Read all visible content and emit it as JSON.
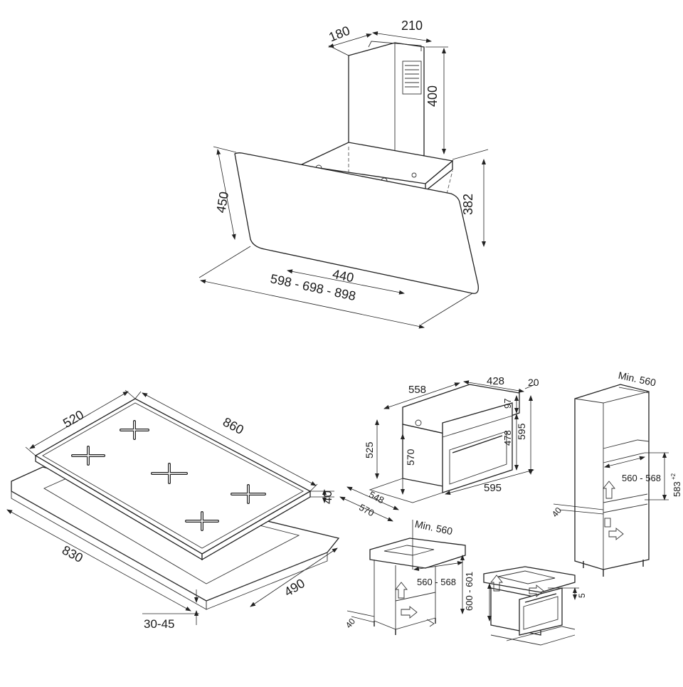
{
  "hood": {
    "chimney_depth": "180",
    "chimney_width": "210",
    "chimney_height": "400",
    "glass_height": "450",
    "body_height": "382",
    "inner_width": "440",
    "width_range": "598 - 698 - 898"
  },
  "hob": {
    "depth": "520",
    "width": "860",
    "thickness": "40",
    "cutout_width": "830",
    "cutout_depth": "490",
    "worktop_thickness": "30-45"
  },
  "oven": {
    "width": "558",
    "depth": "428",
    "front": "20",
    "top_gap": "97",
    "inner_height": "478",
    "height": "595",
    "side_height": "525",
    "niche_height": "570",
    "front_width": "595",
    "depth_548": "548",
    "depth_570": "570"
  },
  "column": {
    "min_depth": "Min. 560",
    "niche_width": "560 - 568",
    "niche_height": "583",
    "niche_height_tol": "+2",
    "vent": "40"
  },
  "under_counter": {
    "min_depth": "Min. 560",
    "width": "560 - 568",
    "height": "600 - 601",
    "vent": "40",
    "gap": "5"
  }
}
